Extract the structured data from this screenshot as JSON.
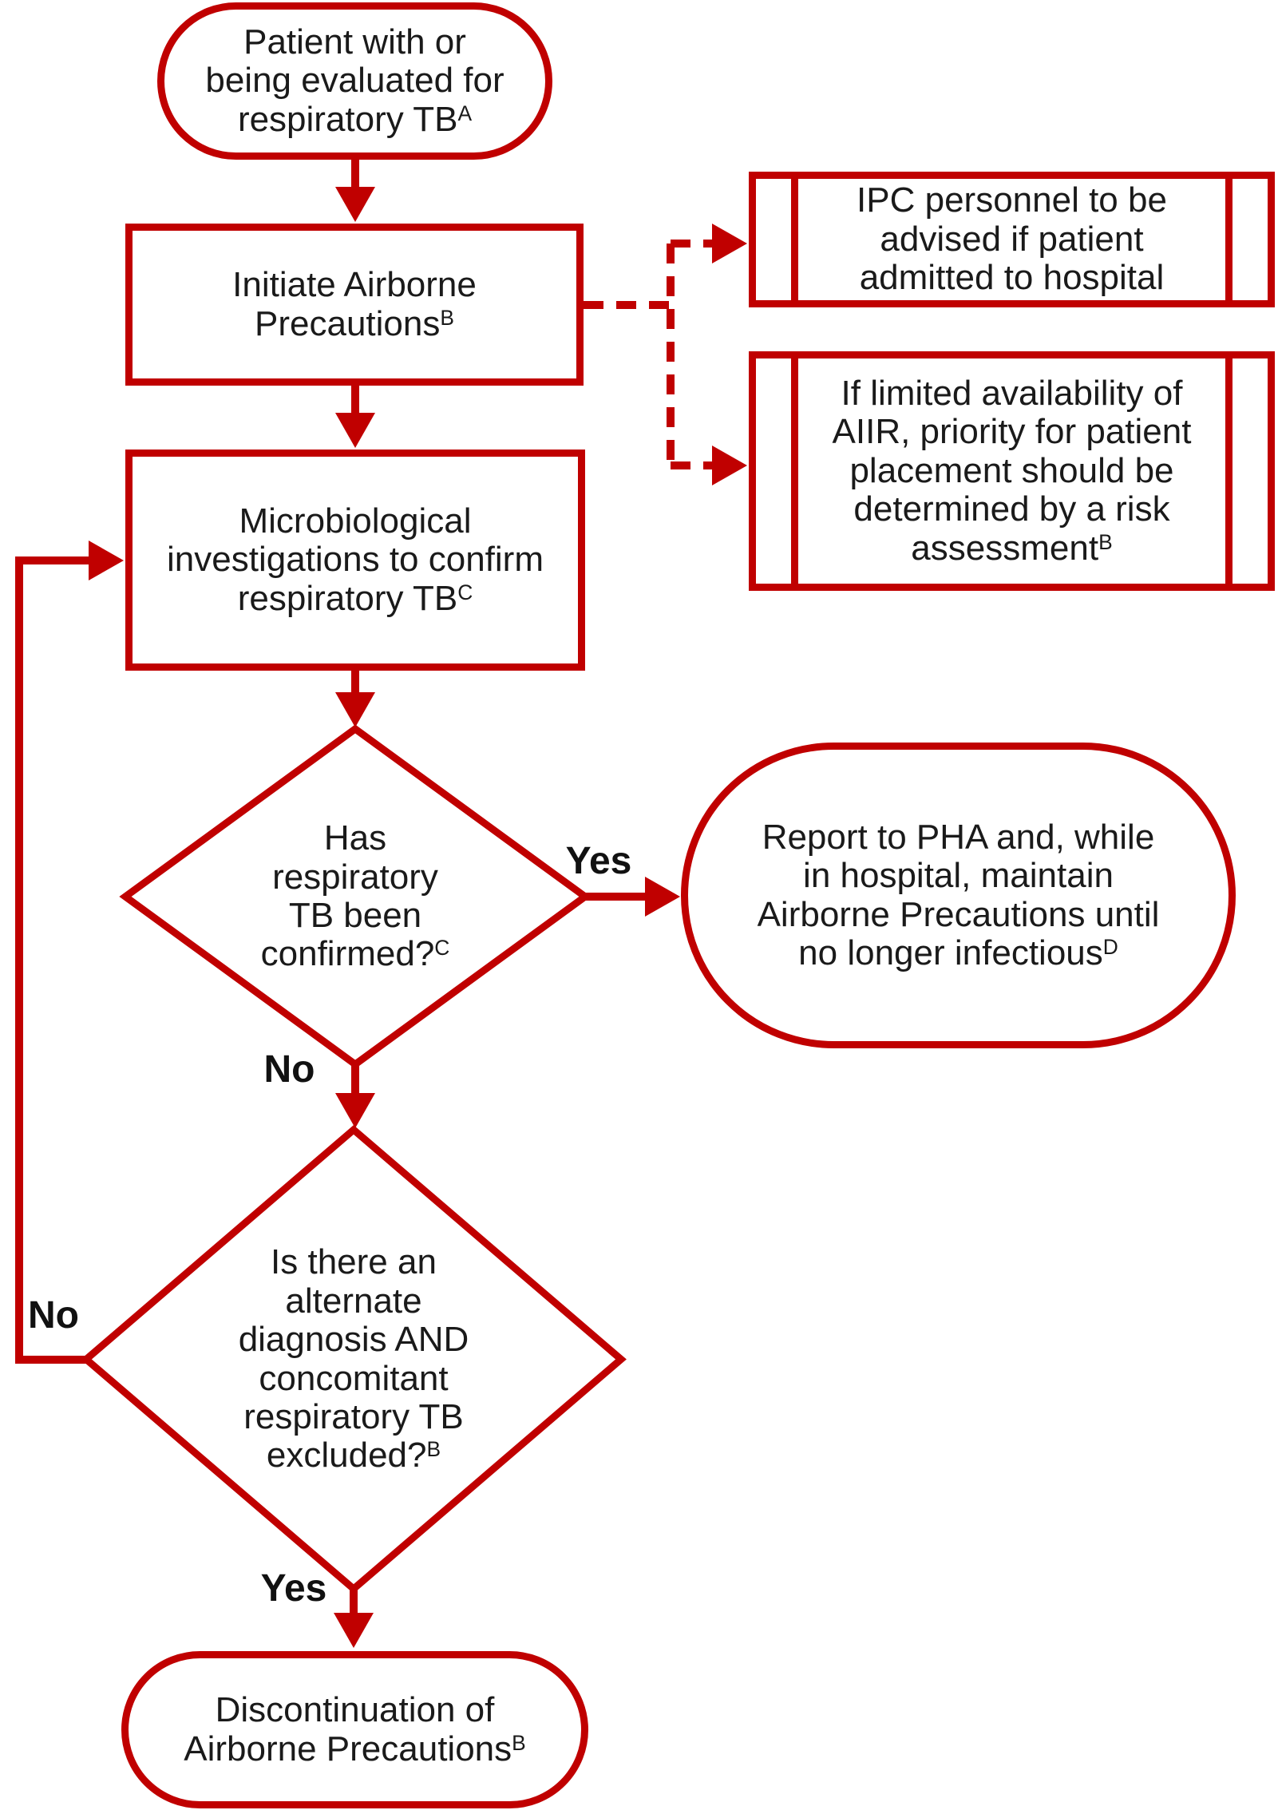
{
  "palette": {
    "line_red": "#C00000",
    "text_black": "#1A1A1A",
    "background": "#FFFFFF"
  },
  "nodes": {
    "start": {
      "shape": "terminator",
      "lines": [
        "Patient with or",
        "being evaluated for",
        "respiratory TB"
      ],
      "sup": "A"
    },
    "initiate": {
      "shape": "process",
      "lines": [
        "Initiate Airborne",
        "Precautions"
      ],
      "sup": "B"
    },
    "ipc": {
      "shape": "predefined-process",
      "lines": [
        "IPC personnel to be",
        "advised if patient",
        "admitted to hospital"
      ]
    },
    "aiir": {
      "shape": "predefined-process",
      "lines": [
        "If limited availability of",
        "AIIR, priority for patient",
        "placement should be",
        "determined by a risk",
        "assessment"
      ],
      "sup": "B"
    },
    "micro": {
      "shape": "process",
      "lines": [
        "Microbiological",
        "investigations to confirm",
        "respiratory TB"
      ],
      "sup": "C"
    },
    "decision1": {
      "shape": "decision",
      "lines": [
        "Has",
        "respiratory",
        "TB been",
        "confirmed?"
      ],
      "sup": "C"
    },
    "report": {
      "shape": "terminator",
      "lines": [
        "Report to PHA and, while",
        "in hospital, maintain",
        "Airborne Precautions until",
        "no longer infectious"
      ],
      "sup": "D"
    },
    "decision2": {
      "shape": "decision",
      "lines": [
        "Is there an",
        "alternate",
        "diagnosis AND",
        "concomitant",
        "respiratory TB",
        "excluded?"
      ],
      "sup": "B"
    },
    "end": {
      "shape": "terminator",
      "lines": [
        "Discontinuation of",
        "Airborne Precautions"
      ],
      "sup": "B"
    }
  },
  "edge_labels": {
    "yes1": "Yes",
    "no1": "No",
    "no2": "No",
    "yes2": "Yes"
  }
}
